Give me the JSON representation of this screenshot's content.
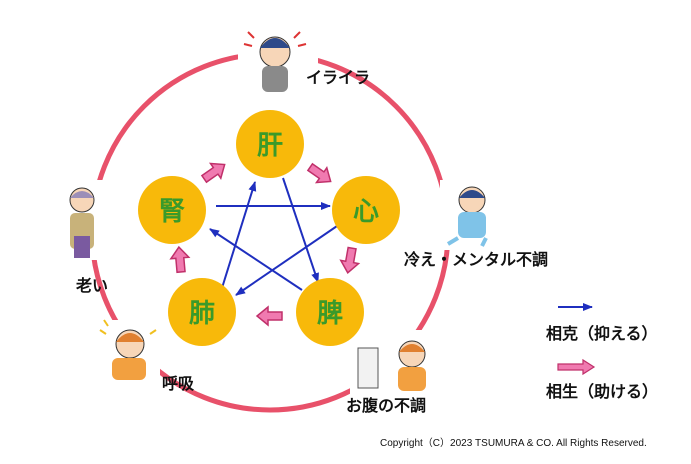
{
  "nodes": {
    "liver": "肝",
    "heart": "心",
    "spleen": "脾",
    "lung": "肺",
    "kidney": "腎"
  },
  "symptoms": {
    "irritation": "イライラ",
    "coldness_mental": "冷え・メンタル不調",
    "stomach": "お腹の不調",
    "breathing": "呼吸",
    "aging": "老い"
  },
  "legend": {
    "control": "相克（抑える）",
    "generate": "相生（助ける）"
  },
  "colors": {
    "ring": "#e8516a",
    "node": "#f8b90a",
    "node_text": "#3a9a2a",
    "control_arrow": "#1f2fbf",
    "generate_arrow": "#e0407a",
    "generate_arrow_fill": "#f07ab0"
  },
  "copyright": "Copyright（C）2023 TSUMURA & CO. All Rights Reserved."
}
